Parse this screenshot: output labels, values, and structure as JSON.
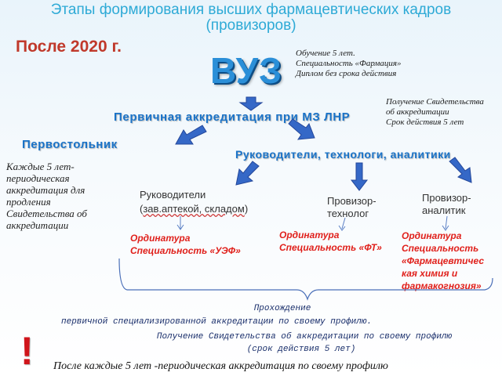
{
  "title": {
    "line1": "Этапы формирования высших фармацевтических кадров",
    "line2": "(провизоров)"
  },
  "after_2020": "После 2020 г.",
  "vuz": {
    "label": "ВУЗ",
    "info": [
      "Обучение 5 лет.",
      "Специальность «Фармация»",
      "Диплом без срока действия"
    ]
  },
  "primary_accreditation": {
    "label": "Первичная аккредитация при МЗ ЛНР",
    "info": [
      "Получение Свидетельства",
      "об аккредитации",
      "Срок действия 5 лет"
    ]
  },
  "pervostolnik": {
    "label": "Первостольник",
    "note": [
      "Каждые 5 лет-",
      "периодическая",
      "аккредитация для",
      "продления",
      "Свидетельства об",
      "аккредитации"
    ]
  },
  "managers_group": {
    "label": "Руководители, технологи, аналитики"
  },
  "roles": {
    "managers": "Руководители",
    "managers_sub_open": "(",
    "managers_sub_main": "зав.аптекой, складом",
    "managers_sub_close": ")",
    "technologist": [
      "Провизор-",
      "технолог"
    ],
    "analyst": [
      "Провизор-",
      "аналитик"
    ]
  },
  "ordinatura": {
    "managers": [
      "Ординатура",
      "Специальность «УЭФ»"
    ],
    "technologist": [
      "Ординатура",
      "Специальность «ФТ»"
    ],
    "analyst": [
      "Ординатура",
      "Специальность",
      "«Фармацевтичес",
      "кая химия и",
      "фармакогнозия»"
    ]
  },
  "bottom": {
    "line1": "Прохождение",
    "line2": "первичной специализированной аккредитации по своему профилю.",
    "line3": "Получение Свидетельства об аккредитации по своему профилю",
    "line4": "(срок действия 5 лет)"
  },
  "exclamation": "!",
  "final": "После каждые 5 лет -периодическая аккредитация по своему профилю",
  "colors": {
    "title": "#2eaad6",
    "arrow": "#3568c7",
    "red_text": "#e0201b",
    "heading_blue": "#1a73c8"
  }
}
